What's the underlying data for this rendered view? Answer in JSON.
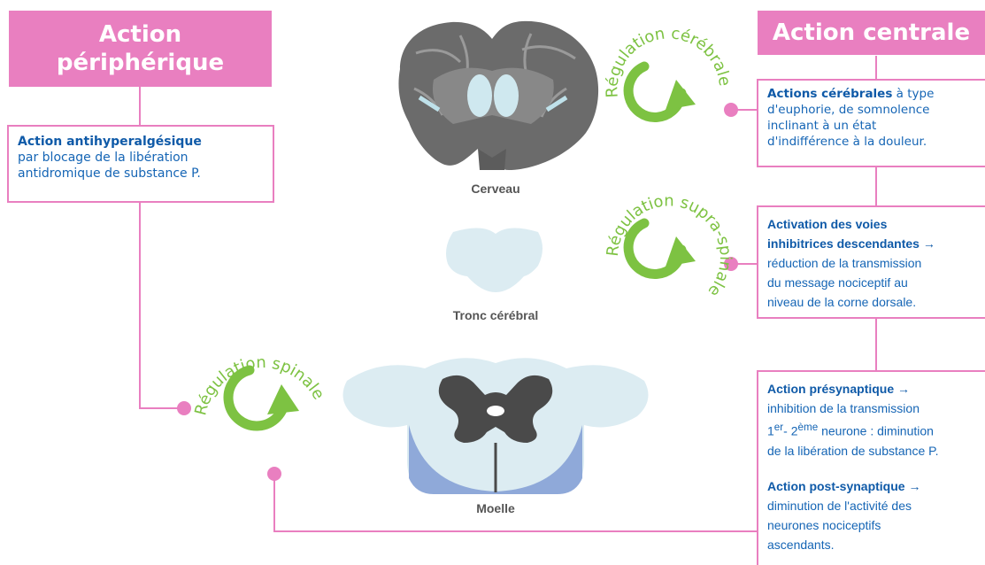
{
  "headers": {
    "left": [
      "Action",
      "périphérique"
    ],
    "right": "Action centrale"
  },
  "left_box": {
    "bold": "Action antihyperalgésique",
    "lines": [
      "par blocage de la libération",
      "antidromique de substance P."
    ]
  },
  "right_boxes": {
    "cerebral": {
      "bold": "Actions cérébrales",
      "rest_first": " à type",
      "lines": [
        "d'euphorie, de somnolence",
        "inclinant à un état",
        "d'indifférence à la douleur."
      ]
    },
    "supraspinal": {
      "bold_lines": [
        "Activation des voies",
        "inhibitrices descendantes →"
      ],
      "lines": [
        "réduction de la transmission",
        "du message nociceptif au",
        "niveau de la corne dorsale."
      ]
    },
    "spinal": {
      "pre_bold": "Action présynaptique →",
      "pre_line1": "inhibition de la transmission",
      "pre_n1": "1",
      "pre_sup1": "er",
      "pre_mid": "- 2",
      "pre_sup2": "ème",
      "pre_after": " neurone : diminution",
      "pre_line3": "de la libération de substance P.",
      "post_bold": "Action post-synaptique →",
      "post_lines": [
        "diminution de l'activité des",
        "neurones nociceptifs",
        "ascendants."
      ]
    }
  },
  "labels": {
    "brain": "Cerveau",
    "brainstem": "Tronc cérébral",
    "cord": "Moelle"
  },
  "regulations": {
    "cerebral": "Régulation cérébrale",
    "supraspinal": "Régulation supra-spinale",
    "spinal": "Régulation spinale"
  },
  "colors": {
    "pink": "#e97fc0",
    "green": "#7dc242",
    "blue_text": "#1565b5",
    "brain_gray": "#6b6b6b",
    "pale_blue": "#dcecf2"
  }
}
